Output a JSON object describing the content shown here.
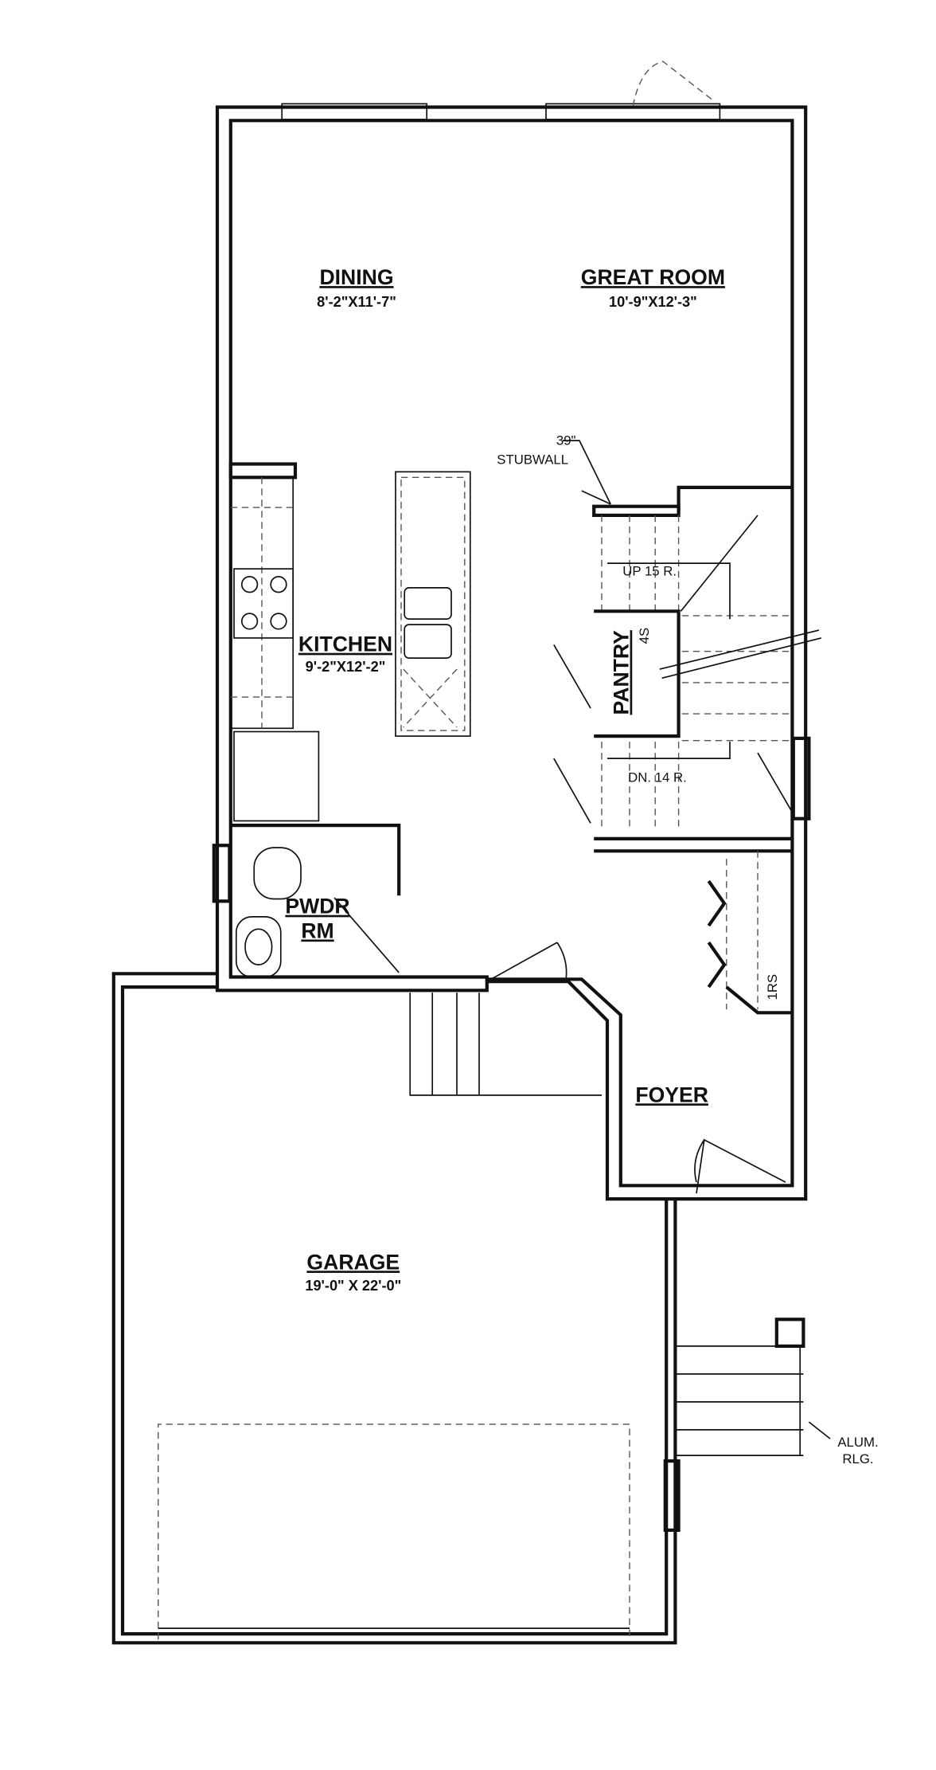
{
  "rooms": {
    "dining": {
      "name": "DINING",
      "size": "8'-2\"X11'-7\""
    },
    "great_room": {
      "name": "GREAT ROOM",
      "size": "10'-9\"X12'-3\""
    },
    "kitchen": {
      "name": "KITCHEN",
      "size": "9'-2\"X12'-2\""
    },
    "pantry": {
      "name": "PANTRY",
      "shelves": "4S"
    },
    "powder": {
      "name_line1": "PWDR",
      "name_line2": "RM"
    },
    "foyer": {
      "name": "FOYER"
    },
    "garage": {
      "name": "GARAGE",
      "size": "19'-0\" X 22'-0\""
    }
  },
  "notes": {
    "stubwall_height": "39\"",
    "stubwall": "STUBWALL",
    "stairs_up": "UP 15 R.",
    "stairs_down": "DN. 14 R.",
    "riser": "1RS",
    "railing_line1": "ALUM.",
    "railing_line2": "RLG."
  }
}
